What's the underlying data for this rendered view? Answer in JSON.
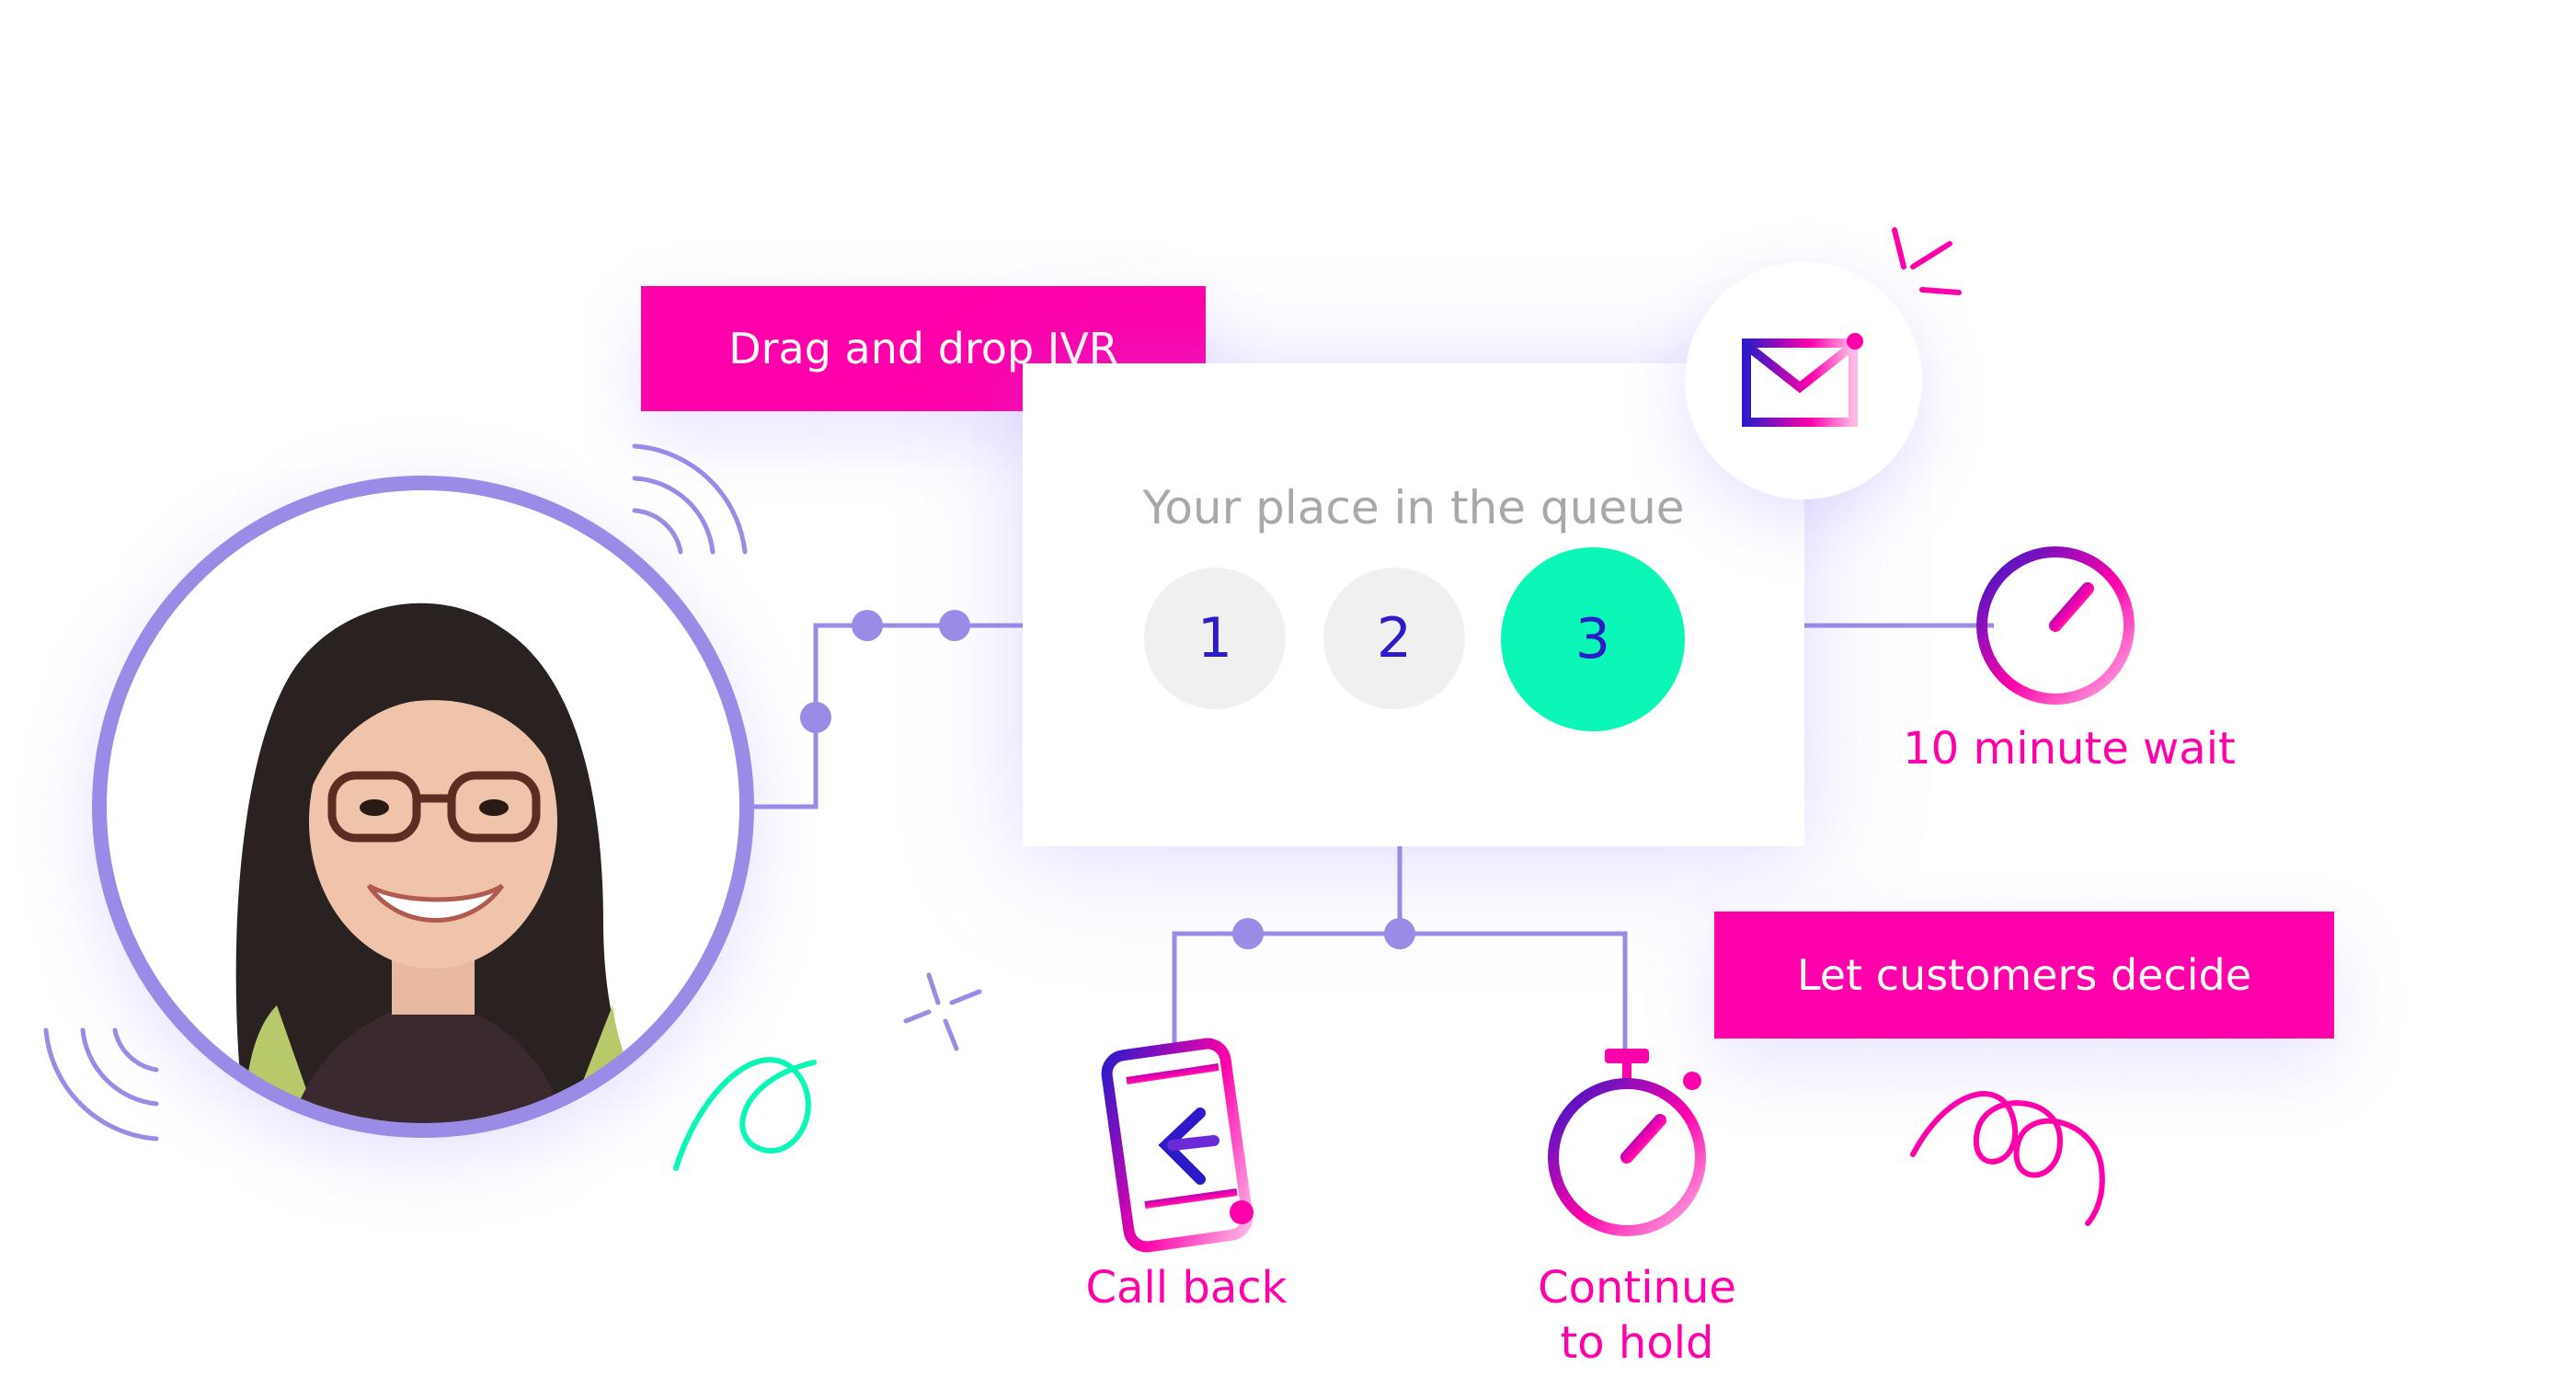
{
  "tags": {
    "ivr": "Drag and drop IVR",
    "decide": "Let customers decide"
  },
  "queue": {
    "title": "Your place in the queue",
    "positions": [
      "1",
      "2",
      "3"
    ]
  },
  "labels": {
    "wait": "10 minute wait",
    "callback": "Call back",
    "hold_line1": "Continue",
    "hold_line2": "to hold"
  },
  "colors": {
    "magenta": "#ff00aa",
    "line": "#9a8ce6",
    "accent_green": "#0af7b8",
    "indigo": "#2d1ac8"
  },
  "icons": [
    "mail-icon",
    "stopwatch-icon",
    "phone-callback-icon",
    "timer-icon"
  ]
}
